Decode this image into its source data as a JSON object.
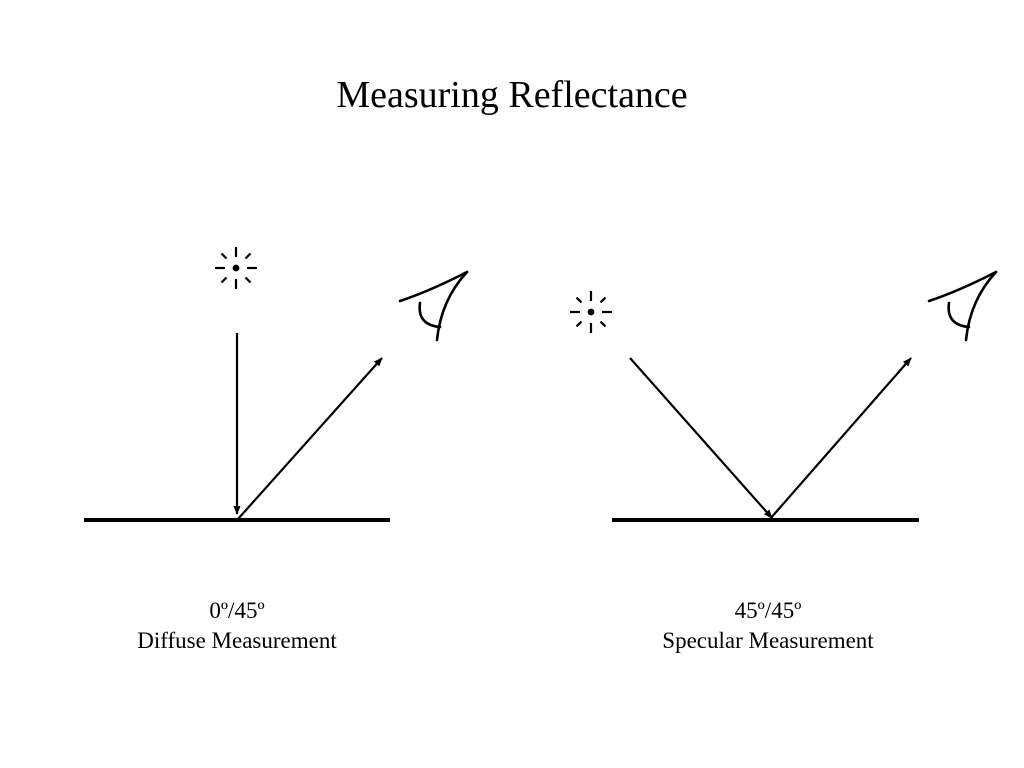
{
  "title": "Measuring Reflectance",
  "panels": [
    {
      "angle_label": "0º/45º",
      "description": "Diffuse Measurement",
      "icons": {
        "source": "light-source-icon",
        "detector": "eye-icon"
      }
    },
    {
      "angle_label": "45º/45º",
      "description": "Specular Measurement",
      "icons": {
        "source": "light-source-icon",
        "detector": "eye-icon"
      }
    }
  ],
  "colors": {
    "stroke": "#000000",
    "background": "#ffffff"
  }
}
